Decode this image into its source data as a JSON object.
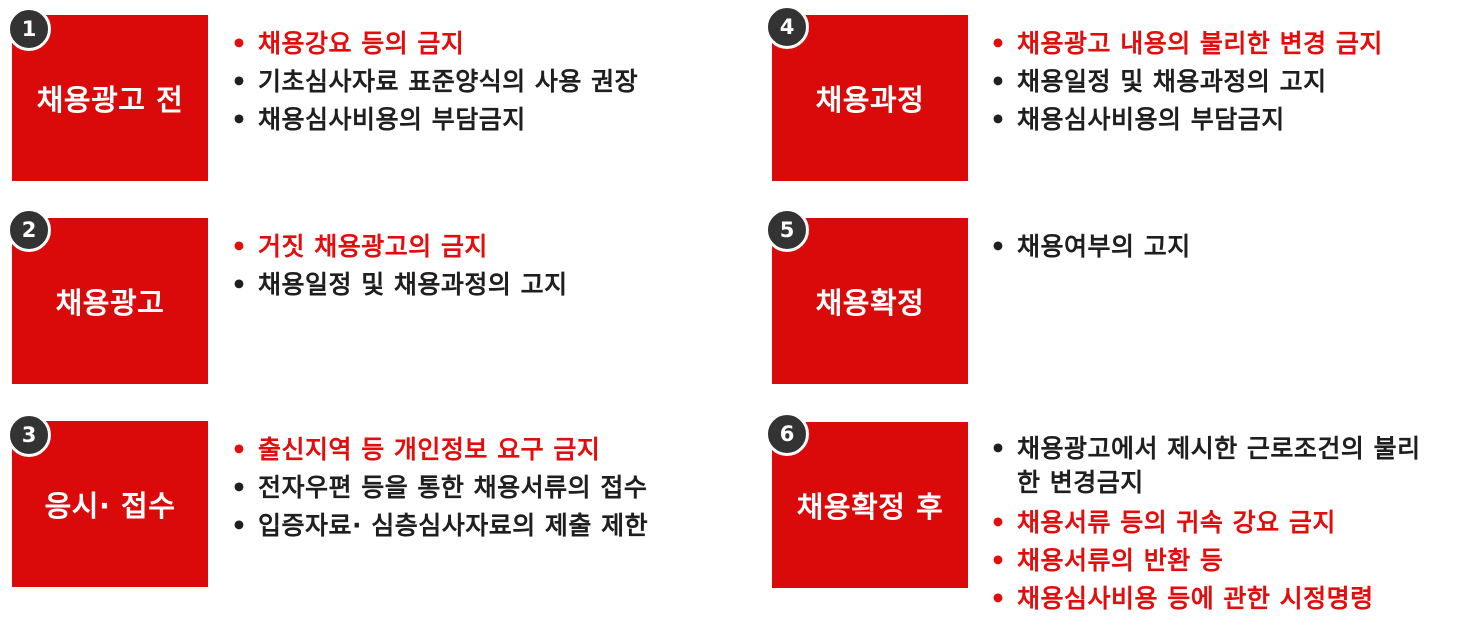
{
  "colors": {
    "box": "#da0a0a",
    "badge": "#333333",
    "highlight": "#e30d0d",
    "text": "#1f1f1f"
  },
  "stages": [
    {
      "number": "1",
      "title": "채용광고 전",
      "items": [
        {
          "text": "채용강요 등의 금지",
          "highlight": true
        },
        {
          "text": "기초심사자료 표준양식의 사용 권장",
          "highlight": false
        },
        {
          "text": "채용심사비용의 부담금지",
          "highlight": false
        }
      ]
    },
    {
      "number": "2",
      "title": "채용광고",
      "items": [
        {
          "text": "거짓 채용광고의 금지",
          "highlight": true
        },
        {
          "text": "채용일정 및 채용과정의 고지",
          "highlight": false
        }
      ]
    },
    {
      "number": "3",
      "title": "응시· 접수",
      "items": [
        {
          "text": "출신지역 등 개인정보 요구 금지",
          "highlight": true
        },
        {
          "text": "전자우편 등을 통한 채용서류의 접수",
          "highlight": false
        },
        {
          "text": "입증자료· 심층심사자료의 제출 제한",
          "highlight": false
        }
      ]
    },
    {
      "number": "4",
      "title": "채용과정",
      "items": [
        {
          "text": "채용광고 내용의 불리한 변경 금지",
          "highlight": true
        },
        {
          "text": "채용일정 및 채용과정의 고지",
          "highlight": false
        },
        {
          "text": "채용심사비용의 부담금지",
          "highlight": false
        }
      ]
    },
    {
      "number": "5",
      "title": "채용확정",
      "items": [
        {
          "text": "채용여부의 고지",
          "highlight": false
        }
      ]
    },
    {
      "number": "6",
      "title": "채용확정 후",
      "items": [
        {
          "text": "채용광고에서 제시한 근로조건의 불리한 변경금지",
          "highlight": false
        },
        {
          "text": "채용서류 등의 귀속 강요 금지",
          "highlight": true
        },
        {
          "text": "채용서류의 반환 등",
          "highlight": true
        },
        {
          "text": "채용심사비용 등에 관한 시정명령",
          "highlight": true
        }
      ]
    }
  ]
}
